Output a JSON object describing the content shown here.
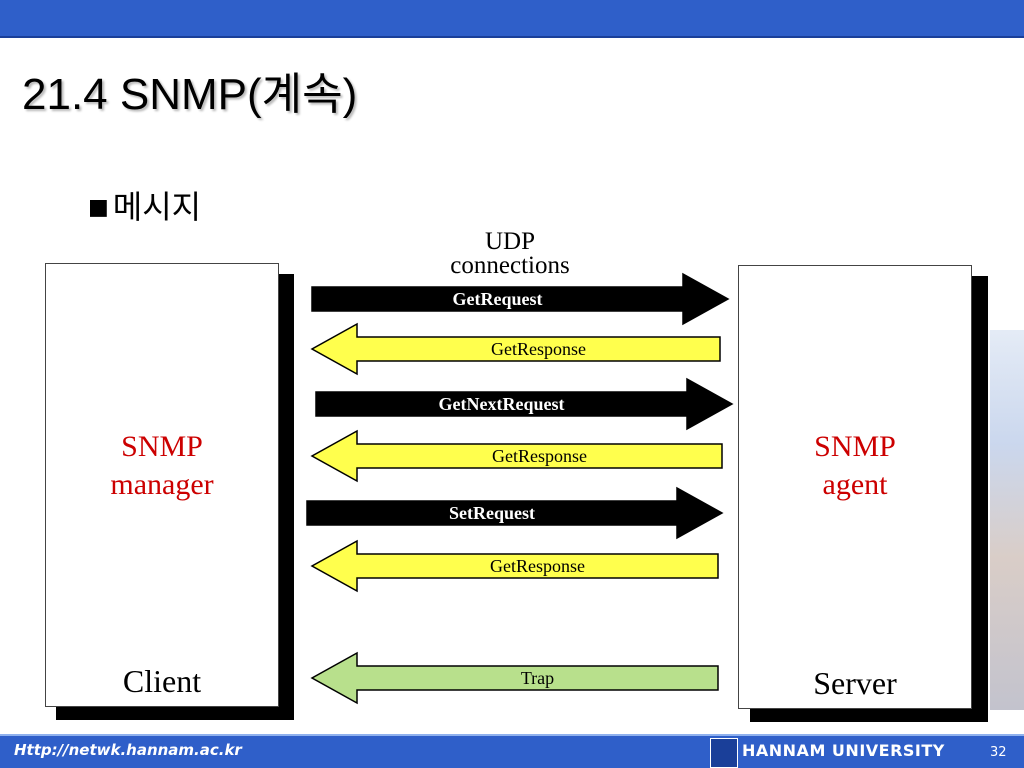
{
  "slide": {
    "title": "21.4 SNMP(계속)",
    "bullet_mark": "■",
    "bullet_text": "메시지"
  },
  "diagram": {
    "udp_line1": "UDP",
    "udp_line2": "connections",
    "manager": {
      "line1": "SNMP",
      "line2": "manager",
      "footer": "Client"
    },
    "agent": {
      "line1": "SNMP",
      "line2": "agent",
      "footer": "Server"
    },
    "messages": [
      {
        "label": "GetRequest",
        "direction": "right",
        "color": "#000000",
        "text_color": "#ffffff"
      },
      {
        "label": "GetResponse",
        "direction": "left",
        "color": "#ffff4d",
        "text_color": "#000000"
      },
      {
        "label": "GetNextRequest",
        "direction": "right",
        "color": "#000000",
        "text_color": "#ffffff"
      },
      {
        "label": "GetResponse",
        "direction": "left",
        "color": "#ffff4d",
        "text_color": "#000000"
      },
      {
        "label": "SetRequest",
        "direction": "right",
        "color": "#000000",
        "text_color": "#ffffff"
      },
      {
        "label": "GetResponse",
        "direction": "left",
        "color": "#ffff4d",
        "text_color": "#000000"
      },
      {
        "label": "Trap",
        "direction": "left",
        "color": "#b8e08c",
        "text_color": "#000000"
      }
    ]
  },
  "footer": {
    "url": "Http://netwk.hannam.ac.kr",
    "university": "HANNAM UNIVERSITY",
    "page_number": "32"
  }
}
